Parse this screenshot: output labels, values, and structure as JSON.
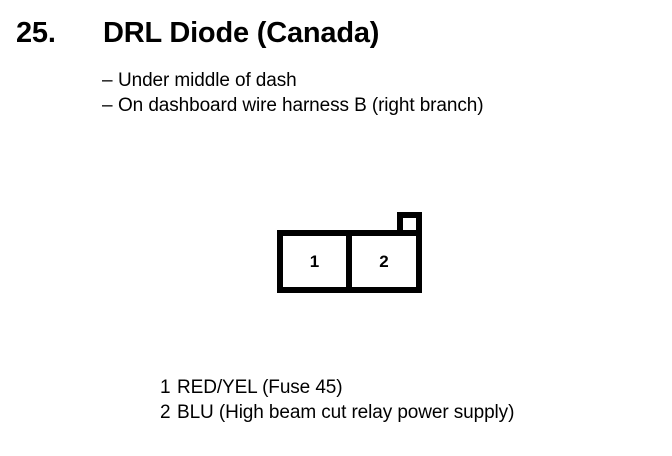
{
  "header": {
    "item_number": "25.",
    "title": "DRL Diode (Canada)"
  },
  "location_notes": {
    "dash": "–",
    "lines": [
      "Under middle of dash",
      "On dashboard wire harness B (right branch)"
    ]
  },
  "connector": {
    "name": "DRL Diode connector",
    "pins": [
      {
        "number": "1"
      },
      {
        "number": "2"
      }
    ],
    "has_polarizing_tab": true
  },
  "legend": {
    "rows": [
      {
        "pin": "1",
        "text": "RED/YEL (Fuse 45)"
      },
      {
        "pin": "2",
        "text": "BLU (High beam cut relay power supply)"
      }
    ]
  },
  "colors": {
    "background": "#ffffff",
    "ink": "#000000"
  }
}
